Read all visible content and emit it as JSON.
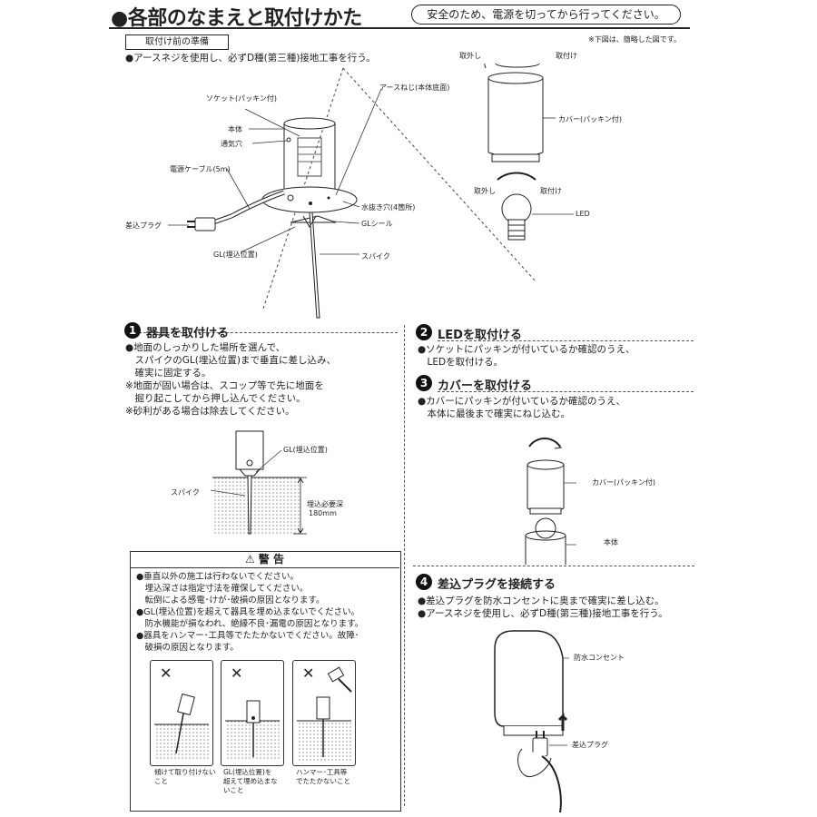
{
  "header": {
    "title": "●各部のなまえと取付けかた",
    "notice": "安全のため、電源を切ってから行ってください。",
    "figure_note": "※下図は、簡略した図です。"
  },
  "prep": {
    "box_label": "取付け前の準備",
    "text": "●アースネジを使用し、必ずD種(第三種)接地工事を行う。"
  },
  "diagram_labels": {
    "socket": "ソケット(パッキン付)",
    "body": "本体",
    "vent": "通気穴",
    "cable": "電源ケーブル(5m)",
    "plug": "差込プラグ",
    "gl": "GL(埋込位置)",
    "earth_screw": "アースねじ(本体底面)",
    "drain": "水抜き穴(4箇所)",
    "gl_seal": "GLシール",
    "spike": "スパイク",
    "remove_top": "取外し",
    "attach_top": "取付け",
    "cover": "カバー(パッキン付)",
    "remove_mid": "取外し",
    "attach_mid": "取付け",
    "led": "LED"
  },
  "section1": {
    "num": "1",
    "title": "器具を取付ける",
    "lines": [
      "●地面のしっかりした場所を選んで、",
      "　スパイクのGL(埋込位置)まで垂直に差し込み、",
      "　確実に固定する。",
      "※地面が固い場合は、スコップ等で先に地面を",
      "　掘り起こしてから押し込んでください。",
      "※砂利がある場合は除去してください。"
    ],
    "fig_gl": "GL(埋込位置)",
    "fig_spike": "スパイク",
    "fig_depth1": "埋込必要深",
    "fig_depth2": "180mm"
  },
  "warning": {
    "title": "警 告",
    "lines": [
      "●垂直以外の施工は行わないでください。",
      "　埋込深さは指定寸法を確保してください。",
      "　転倒による感電･けが･破損の原因となります。",
      "●GL(埋込位置)を超えて器具を埋め込まないでください。",
      "　防水機能が損なわれ、絶縁不良･漏電の原因となります。",
      "●器具をハンマー･工具等でたたかないでください。故障･",
      "　破損の原因となります。"
    ],
    "panels": [
      {
        "mark": "✕",
        "cap1": "傾けて取り付けない",
        "cap2": "こと"
      },
      {
        "mark": "✕",
        "cap1": "GL(埋込位置)を",
        "cap2": "超えて埋め込まな",
        "cap3": "いこと"
      },
      {
        "mark": "✕",
        "cap1": "ハンマー･工具等",
        "cap2": "でたたかないこと"
      }
    ]
  },
  "section2": {
    "num": "2",
    "title": "LEDを取付ける",
    "lines": [
      "●ソケットにパッキンが付いているか確認のうえ、",
      "　LEDを取付ける。"
    ]
  },
  "section3": {
    "num": "3",
    "title": "カバーを取付ける",
    "lines": [
      "●カバーにパッキンが付いているか確認のうえ、",
      "　本体に最後まで確実にねじ込む。"
    ],
    "fig_cover": "カバー(パッキン付)",
    "fig_body": "本体"
  },
  "section4": {
    "num": "4",
    "title": "差込プラグを接続する",
    "lines": [
      "●差込プラグを防水コンセントに奥まで確実に差し込む。",
      "●アースネジを使用し、必ずD種(第三種)接地工事を行う。"
    ],
    "fig_outlet": "防水コンセント",
    "fig_plug": "差込プラグ"
  }
}
